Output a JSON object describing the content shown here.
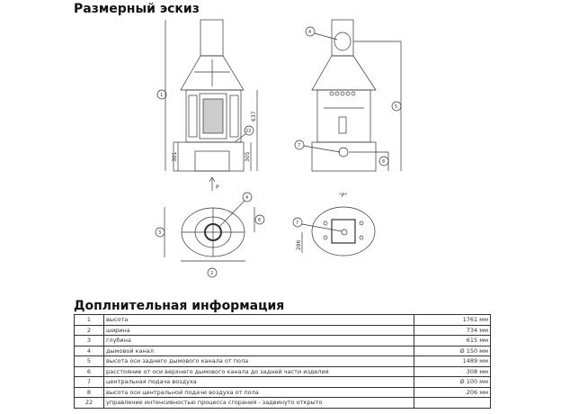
{
  "titles": {
    "sketch": "Размерный эскиз",
    "info": "Доплнительная информация"
  },
  "drawing": {
    "dims": {
      "d637": "637",
      "d301": "301",
      "d305": "305",
      "d286": "286"
    },
    "view_label": "\"P\"",
    "arrow_label": "P",
    "callouts": [
      "1",
      "2",
      "3",
      "4",
      "5",
      "6",
      "7",
      "8",
      "22"
    ]
  },
  "table": [
    {
      "n": "1",
      "desc": "высота",
      "val": "1761 мм"
    },
    {
      "n": "2",
      "desc": "ширина",
      "val": "734 мм"
    },
    {
      "n": "3",
      "desc": "глубина",
      "val": "615 мм"
    },
    {
      "n": "4",
      "desc": "дымовой канал",
      "val": "Ø 150 мм"
    },
    {
      "n": "5",
      "desc": "высота оси заднего дымового канала от пола",
      "val": "1489 мм"
    },
    {
      "n": "6",
      "desc": "расстояние от оси верхнего дымового канала до задней части изделия",
      "val": "308 мм"
    },
    {
      "n": "7",
      "desc": "центральная подача воздуха",
      "val": "Ø 100 мм"
    },
    {
      "n": "8",
      "desc": "высота оси центральной подачи воздуха от пола",
      "val": "206 мм"
    },
    {
      "n": "22",
      "desc": "управление интенсивностью процесса сгорания - задвинуто открыто",
      "val": ""
    }
  ]
}
